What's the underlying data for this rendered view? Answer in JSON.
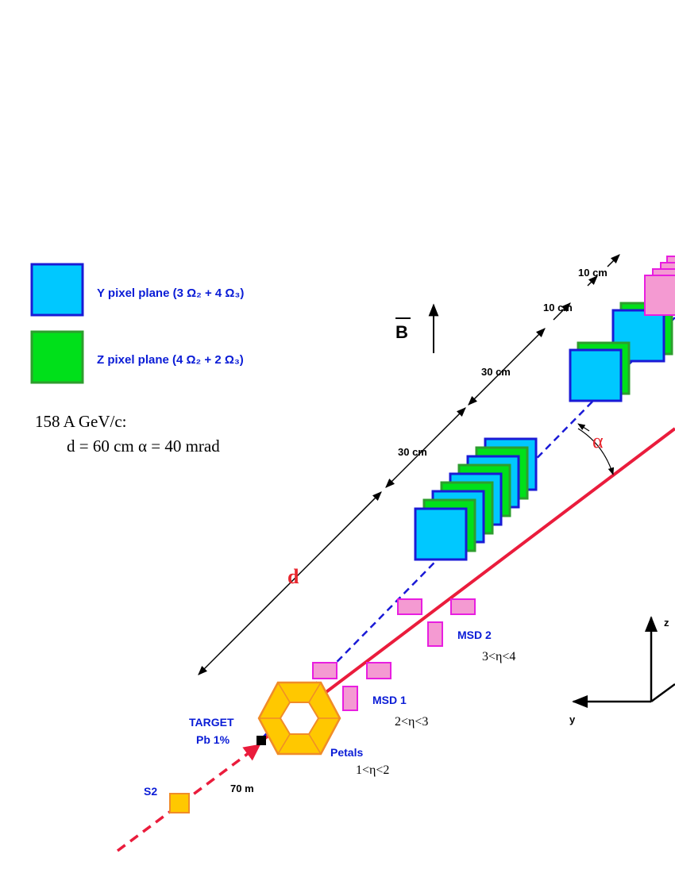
{
  "legend": {
    "y_plane": "Y pixel plane  (3 Ω₂ + 4 Ω₃)",
    "z_plane": "Z pixel plane  (4 Ω₂ + 2 Ω₃)",
    "energy": "158 A GeV/c:",
    "params": "d = 60 cm   α = 40 mrad"
  },
  "labels": {
    "b_field": "B",
    "dist_10a": "10  cm",
    "dist_10b": "10  cm",
    "dist_30a": "30  cm",
    "dist_30b": "30  cm",
    "d": "d",
    "alpha": "α",
    "target": "TARGET",
    "target_material": "Pb 1%",
    "s2": "S2",
    "dist_70": "70  m",
    "msd1": "MSD  1",
    "msd1_eta": "2<η<3",
    "msd2": "MSD  2",
    "msd2_eta": "3<η<4",
    "petals": "Petals",
    "petals_eta": "1<η<2",
    "axis_z": "z",
    "axis_y": "y"
  },
  "colors": {
    "y_plane": "#00c8ff",
    "y_plane_border": "#1a1ad6",
    "z_plane": "#00e01a",
    "z_plane_border": "#2e9e2e",
    "beam": "#ea1c3c",
    "msd": "#f49ad2",
    "msd_border": "#e81ee0",
    "petals": "#ffc800",
    "petals_border": "#f08c28",
    "text_blue": "#0a1cd6",
    "dashed_line": "#1a1ad6"
  }
}
